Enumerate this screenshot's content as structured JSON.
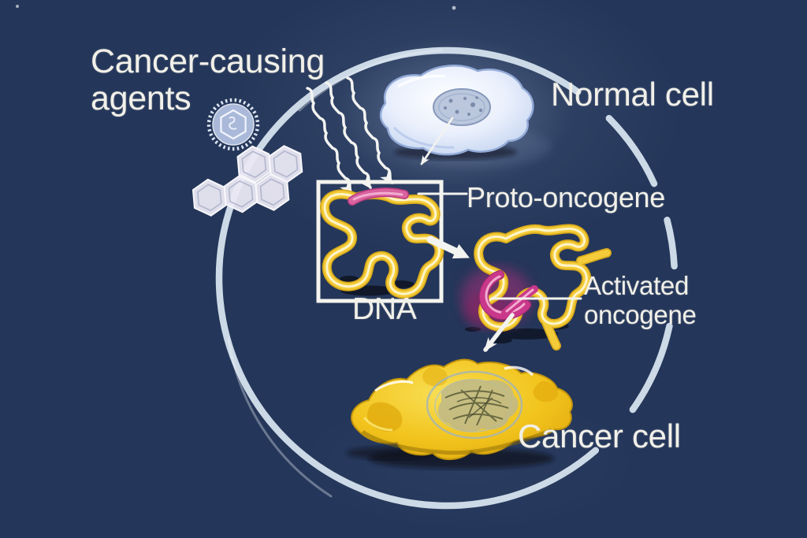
{
  "labels": {
    "cancer_causing_agents_line1": "Cancer-causing",
    "cancer_causing_agents_line2": "agents",
    "normal_cell": "Normal cell",
    "proto_oncogene": "Proto-oncogene",
    "dna": "DNA",
    "activated_oncogene_line1": "Activated",
    "activated_oncogene_line2": "oncogene",
    "cancer_cell": "Cancer cell"
  },
  "icons": {
    "virus_icon": "virus particle - beaded circle with hexagonal capsid and genome squiggle",
    "carcinogen-molecule-icon": "fused benzene hexagon rings",
    "radiation-arrows-icon": "three wavy arrows striking the DNA",
    "boundary-circle": "hand-painted circular cycle outline"
  },
  "colors": {
    "background": "#243659",
    "text": "#f1f0e9",
    "boundary_circle": "#ccd9e6",
    "dna_strand": "#f4cc39",
    "dna_strand_core": "#fdf5d2",
    "proto_oncogene_pink": "#d9639f",
    "activated_oncogene_magenta": "#c9388a",
    "normal_cell_fill": "#dde7f8",
    "normal_cell_nucleus": "#bac6dc",
    "cancer_cell_fill": "#f2c41d",
    "virus_fill": "#b6c5e4"
  }
}
